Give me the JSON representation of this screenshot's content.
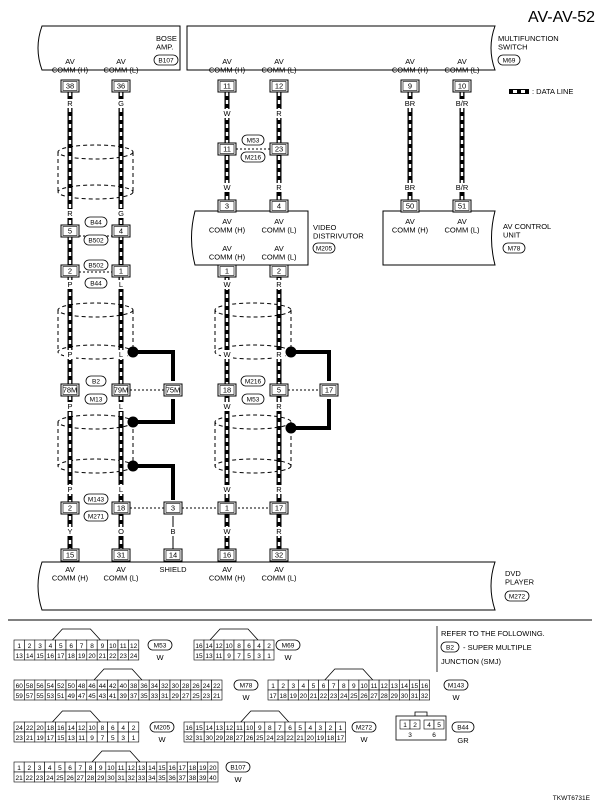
{
  "page_title": "AV-AV-52",
  "footer_code": "TKWT6731E",
  "legend": {
    "data_line": ": DATA LINE"
  },
  "units": {
    "bose_amp": {
      "name": "BOSE\nAMP.",
      "connector": "B107"
    },
    "multifunction_switch": {
      "name": "MULTIFUNCTION\nSWITCH",
      "connector": "M69"
    },
    "video_distributor": {
      "name": "VIDEO\nDISTRIVUTOR",
      "connector": "M205"
    },
    "av_control_unit": {
      "name": "AV CONTROL\nUNIT",
      "connector": "M78"
    },
    "dvd_player": {
      "name": "DVD\nPLAYER",
      "connector": "M272"
    }
  },
  "labels": {
    "av_comm_h": "AV\nCOMM (H)",
    "av_comm_l": "AV\nCOMM (L)",
    "shield": "SHIELD"
  },
  "pins": {
    "bose_h": "38",
    "bose_l": "36",
    "mfs_h1": "11",
    "mfs_l1": "12",
    "mfs_h2": "9",
    "mfs_l2": "10",
    "m53_h": "11",
    "m53_l": "23",
    "vd_in_h": "3",
    "vd_in_l": "4",
    "vd_out_h": "1",
    "vd_out_l": "2",
    "acu_h": "50",
    "acu_l": "51",
    "b44_h": "5",
    "b44_l": "4",
    "b502_h": "2",
    "b502_l": "1",
    "b2_h": "78M",
    "b2_l": "79M",
    "b2_s": "75M",
    "m216_h": "18",
    "m216_l": "5",
    "m216_s": "17",
    "m143_h": "2",
    "m143_l": "18",
    "m143_s": "3",
    "m143_vh": "1",
    "m143_vl": "17",
    "dvd_h1": "15",
    "dvd_l1": "31",
    "dvd_s": "14",
    "dvd_h2": "16",
    "dvd_l2": "32"
  },
  "connectors": {
    "m53": "M53",
    "m216": "M216",
    "b44": "B44",
    "b502": "B502",
    "b2": "B2",
    "m13": "M13",
    "m143": "M143",
    "m271": "M271"
  },
  "wire_colors": {
    "r": "R",
    "g": "G",
    "w": "W",
    "br": "BR",
    "b_r": "B/R",
    "p": "P",
    "l": "L",
    "y": "Y",
    "o": "O",
    "b": "B"
  },
  "connector_faces": [
    {
      "id": "M53",
      "color": "W",
      "top": [
        "1",
        "2",
        "3",
        "4",
        "5",
        "6",
        "7",
        "8",
        "9",
        "10",
        "11",
        "12"
      ],
      "bottom": [
        "13",
        "14",
        "15",
        "16",
        "17",
        "18",
        "19",
        "20",
        "21",
        "22",
        "23",
        "24"
      ]
    },
    {
      "id": "M69",
      "color": "W",
      "top": [
        "16",
        "14",
        "12",
        "10",
        "8",
        "6",
        "4",
        "2"
      ],
      "bottom": [
        "15",
        "13",
        "11",
        "9",
        "7",
        "5",
        "3",
        "1"
      ]
    },
    {
      "id": "M78",
      "color": "W",
      "top": [
        "60",
        "58",
        "56",
        "54",
        "52",
        "50",
        "48",
        "46",
        "44",
        "42",
        "40",
        "38",
        "36",
        "34",
        "32",
        "30",
        "28",
        "26",
        "24",
        "22"
      ],
      "bottom": [
        "59",
        "57",
        "55",
        "53",
        "51",
        "49",
        "47",
        "45",
        "43",
        "41",
        "39",
        "37",
        "35",
        "33",
        "31",
        "29",
        "27",
        "25",
        "23",
        "21"
      ]
    },
    {
      "id": "M143",
      "color": "W",
      "top": [
        "1",
        "2",
        "3",
        "4",
        "5",
        "6",
        "7",
        "8",
        "9",
        "10",
        "11",
        "12",
        "13",
        "14",
        "15",
        "16"
      ],
      "bottom": [
        "17",
        "18",
        "19",
        "20",
        "21",
        "22",
        "23",
        "24",
        "25",
        "26",
        "27",
        "28",
        "29",
        "30",
        "31",
        "32"
      ]
    },
    {
      "id": "M205",
      "color": "W",
      "top": [
        "24",
        "22",
        "20",
        "18",
        "16",
        "14",
        "12",
        "10",
        "8",
        "6",
        "4",
        "2"
      ],
      "bottom": [
        "23",
        "21",
        "19",
        "17",
        "15",
        "13",
        "11",
        "9",
        "7",
        "5",
        "3",
        "1"
      ]
    },
    {
      "id": "M272",
      "color": "W",
      "top": [
        "16",
        "15",
        "14",
        "13",
        "12",
        "11",
        "10",
        "9",
        "8",
        "7",
        "6",
        "5",
        "4",
        "3",
        "2",
        "1"
      ],
      "bottom": [
        "32",
        "31",
        "30",
        "29",
        "28",
        "27",
        "26",
        "25",
        "24",
        "23",
        "22",
        "21",
        "20",
        "19",
        "18",
        "17"
      ]
    },
    {
      "id": "B44",
      "color": "GR",
      "top": [
        "1",
        "2",
        "4",
        "5"
      ],
      "bottom": [
        "3",
        "6"
      ]
    },
    {
      "id": "B107",
      "color": "W",
      "top": [
        "1",
        "2",
        "3",
        "4",
        "5",
        "6",
        "7",
        "8",
        "9",
        "10",
        "11",
        "12",
        "13",
        "14",
        "15",
        "16",
        "17",
        "18",
        "19",
        "20"
      ],
      "bottom": [
        "21",
        "22",
        "23",
        "24",
        "25",
        "26",
        "27",
        "28",
        "29",
        "30",
        "31",
        "32",
        "33",
        "34",
        "35",
        "36",
        "37",
        "38",
        "39",
        "40"
      ]
    }
  ],
  "refer": {
    "line1": "REFER TO THE FOLLOWING.",
    "ref_id": "B2",
    "line2": "- SUPER MULTIPLE",
    "line3": "JUNCTION (SMJ)"
  }
}
